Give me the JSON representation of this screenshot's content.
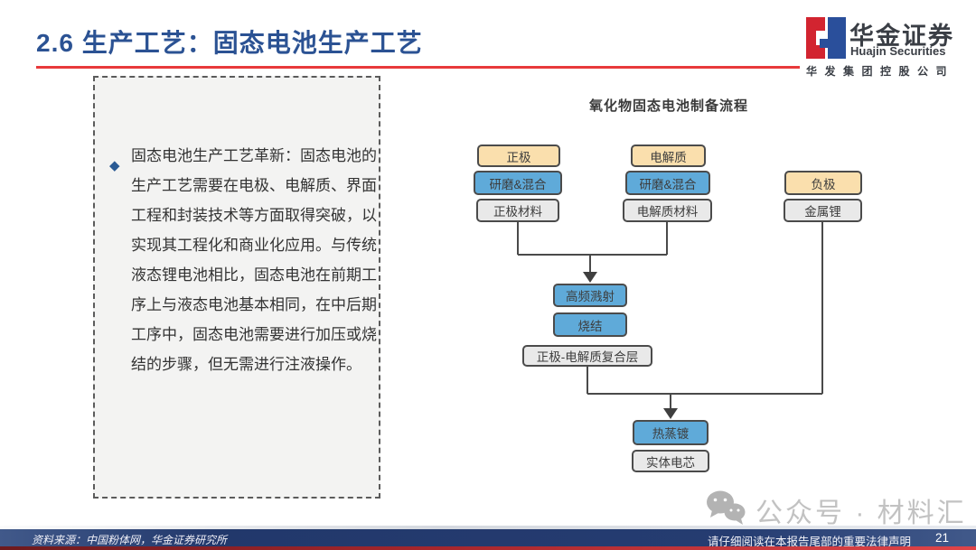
{
  "header": {
    "section_title": "2.6 生产工艺：固态电池生产工艺"
  },
  "logo": {
    "name_cn": "华金证券",
    "name_en": "Huajin Securities",
    "subtitle": "华发集团控股公司"
  },
  "left_panel": {
    "bullet_glyph": "◆",
    "paragraph": "固态电池生产工艺革新：固态电池的生产工艺需要在电极、电解质、界面工程和封装技术等方面取得突破，以实现其工程化和商业化应用。与传统液态锂电池相比，固态电池在前期工序上与液态电池基本相同，在中后期工序中，固态电池需要进行加压或烧结的步骤，但无需进行注液操作。"
  },
  "flowchart": {
    "title": "氧化物固态电池制备流程",
    "nodes": [
      {
        "id": "cathode",
        "label": "正极",
        "type": "tan"
      },
      {
        "id": "cathode-grind-mix",
        "label": "研磨&混合",
        "type": "blue"
      },
      {
        "id": "cathode-material",
        "label": "正极材料",
        "type": "gray"
      },
      {
        "id": "electrolyte",
        "label": "电解质",
        "type": "tan"
      },
      {
        "id": "electrolyte-grind-mix",
        "label": "研磨&混合",
        "type": "blue"
      },
      {
        "id": "electrolyte-material",
        "label": "电解质材料",
        "type": "gray"
      },
      {
        "id": "anode",
        "label": "负极",
        "type": "tan"
      },
      {
        "id": "lithium-metal",
        "label": "金属锂",
        "type": "gray"
      },
      {
        "id": "hf-sputtering",
        "label": "高频溅射",
        "type": "blue"
      },
      {
        "id": "sintering",
        "label": "烧结",
        "type": "blue"
      },
      {
        "id": "cathode-electrolyte-composite",
        "label": "正极-电解质复合层",
        "type": "gray"
      },
      {
        "id": "thermal-evaporation",
        "label": "热蒸镀",
        "type": "blue"
      },
      {
        "id": "solid-cell",
        "label": "实体电芯",
        "type": "gray"
      }
    ]
  },
  "watermark": {
    "text": "公众号 · 材料汇"
  },
  "footer": {
    "source": "资料来源：中国粉体网，华金证券研究所",
    "disclaimer": "请仔细阅读在本报告尾部的重要法律声明",
    "page_number": "21"
  },
  "colors": {
    "title_blue": "#2B5293",
    "accent_red": "#E8393B",
    "node_tan": "#FADFAD",
    "node_blue": "#5FAAD9",
    "node_gray": "#E9E9E9",
    "footer_navy": "#22386B"
  }
}
